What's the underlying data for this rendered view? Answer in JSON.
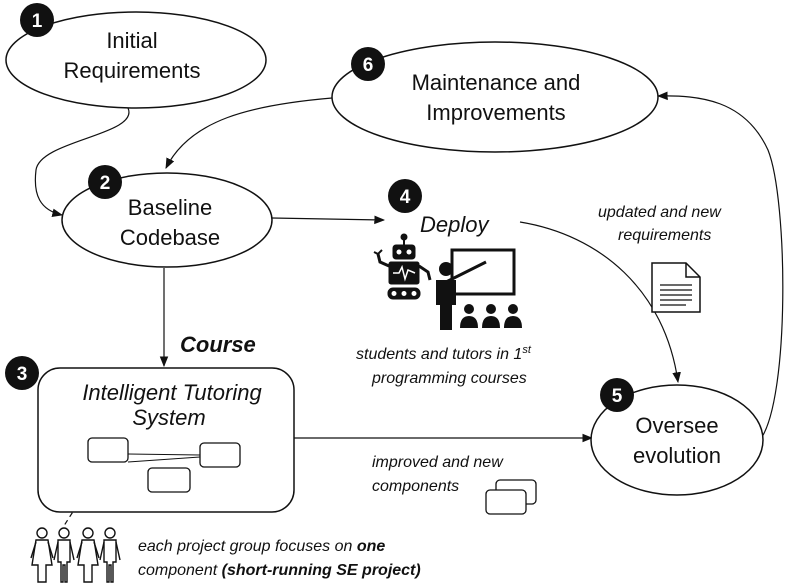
{
  "nodes": {
    "n1": {
      "number": "1",
      "line1": "Initial",
      "line2": "Requirements"
    },
    "n2": {
      "number": "2",
      "line1": "Baseline",
      "line2": "Codebase"
    },
    "n3": {
      "number": "3",
      "line1": "Intelligent Tutoring",
      "line2": "System",
      "course_label": "Course"
    },
    "n4": {
      "number": "4",
      "label": "Deploy"
    },
    "n5": {
      "number": "5",
      "line1": "Oversee",
      "line2": "evolution"
    },
    "n6": {
      "number": "6",
      "line1": "Maintenance and",
      "line2": "Improvements"
    }
  },
  "annotations": {
    "updated": {
      "line1": "updated and new",
      "line2": "requirements"
    },
    "students": {
      "line1_prefix": "students and tutors in 1",
      "line1_sup": "st",
      "line2": "programming courses"
    },
    "improved": {
      "line1": "improved and new",
      "line2": "components"
    },
    "group": {
      "line1_prefix": "each project group focuses on ",
      "line1_bold": "one",
      "line2_prefix": "component ",
      "line2_bold": "(short-running SE project)"
    }
  },
  "icons": [
    "robot-icon",
    "teacher-icon",
    "audience-icon",
    "document-icon",
    "components-icon",
    "students-group-icon"
  ],
  "colors": {
    "stroke": "#111111",
    "badge": "#111111",
    "background": "#ffffff"
  }
}
